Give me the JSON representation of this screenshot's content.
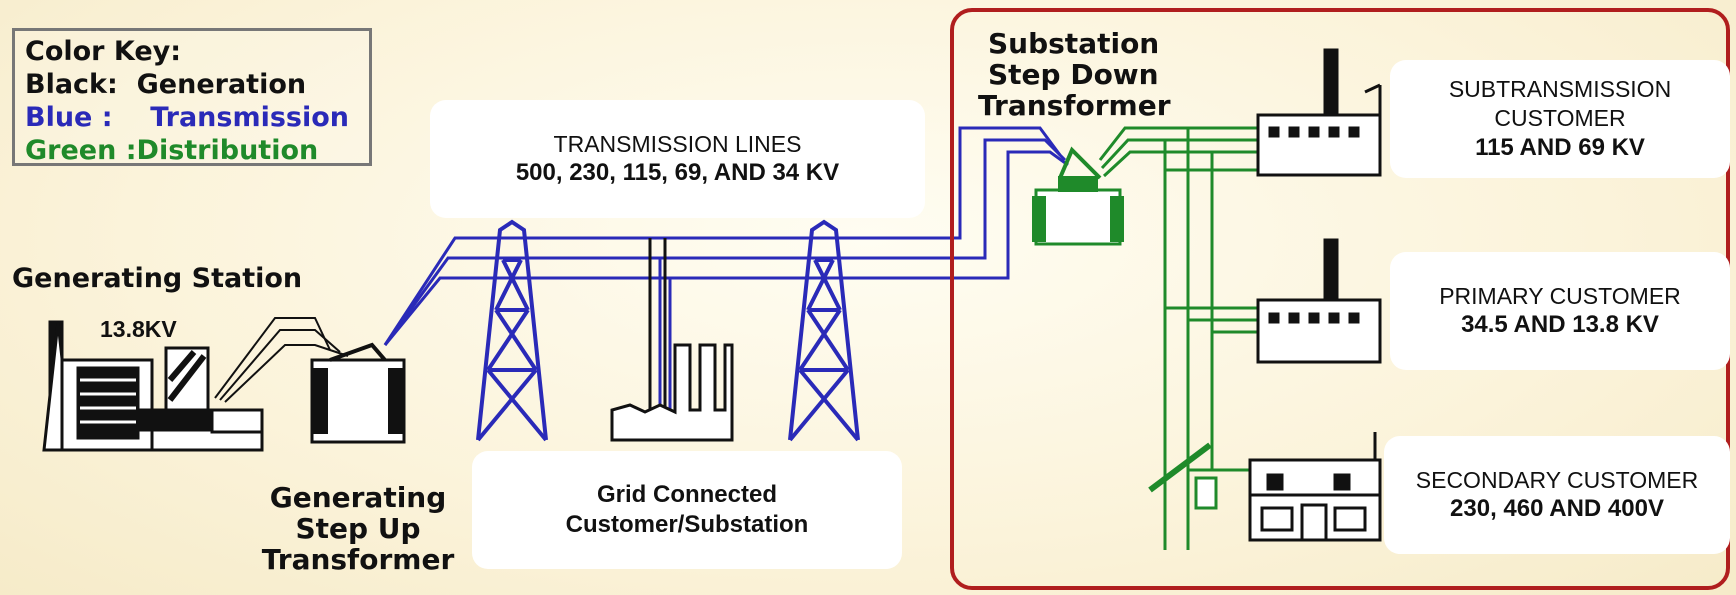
{
  "color_key": {
    "title": "Color Key:",
    "black_label": "Black:",
    "black_value": "Generation",
    "blue_label": "Blue :",
    "blue_value": "Transmission",
    "green_label": "Green :",
    "green_value": "Distribution",
    "colors": {
      "generation": "#111111",
      "transmission": "#2a2ab8",
      "distribution": "#1f8a2a"
    }
  },
  "generating_station": {
    "title": "Generating Station",
    "voltage": "13.8KV"
  },
  "step_up_transformer": {
    "lines": [
      "Generating",
      "Step Up",
      "Transformer"
    ]
  },
  "transmission_lines": {
    "line1": "TRANSMISSION LINES",
    "line2": "500, 230, 115, 69, AND 34 KV"
  },
  "grid_customer": {
    "line1": "Grid Connected",
    "line2": "Customer/Substation"
  },
  "substation": {
    "lines": [
      "Substation",
      "Step Down",
      "Transformer"
    ]
  },
  "customers": [
    {
      "line1": "SUBTRANSMISSION",
      "line2": "CUSTOMER",
      "line3": "115 AND 69 KV"
    },
    {
      "line1": "PRIMARY CUSTOMER",
      "line2": "34.5 AND 13.8 KV"
    },
    {
      "line1": "SECONDARY CUSTOMER",
      "line2": "230, 460 AND 400V"
    }
  ],
  "region_border_color": "#b01e1e"
}
